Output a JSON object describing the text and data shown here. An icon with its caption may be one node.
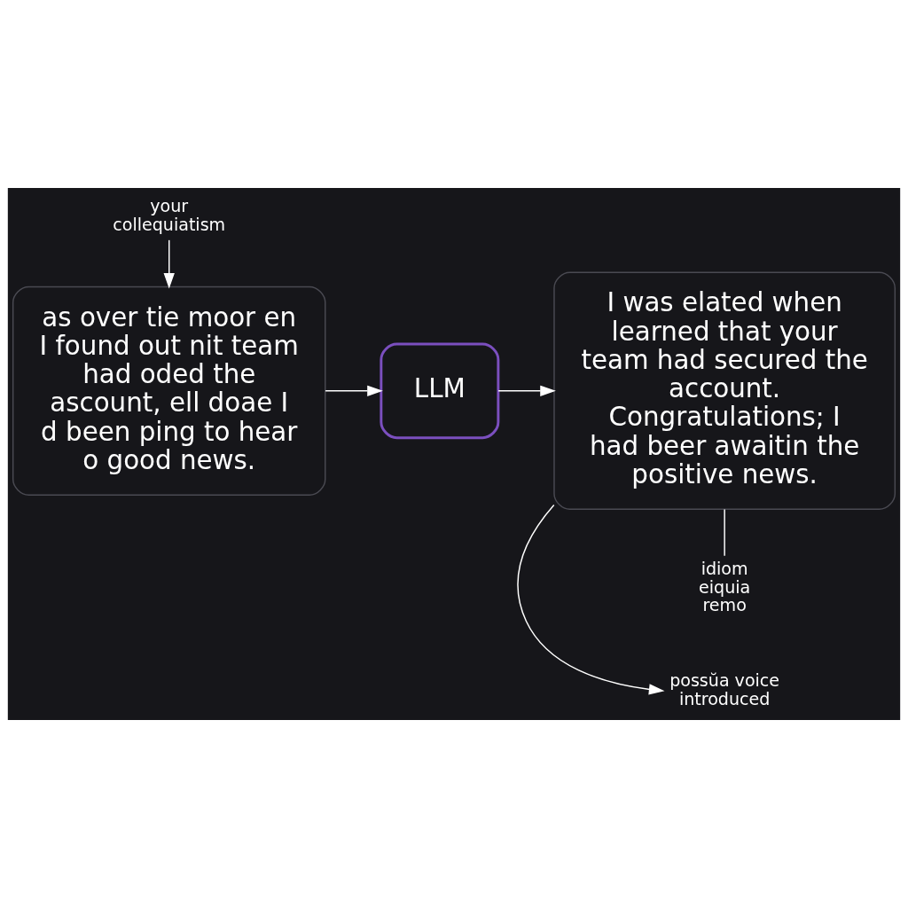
{
  "diagram": {
    "nodes": [
      {
        "text": [
          "as over tie moor en I found out nit team had oded the ascount, ell doae I d been ping to hear o good news."
        ]
      },
      {
        "text": [
          "your collequiatism"
        ]
      },
      {
        "text": [
          "LLM"
        ]
      },
      {
        "text": [
          "I was elated when learned that your team had secured the account. Congratulations; I had beer awaitin the positive news."
        ]
      },
      {
        "text": [
          "possŭa voice introduced"
        ]
      },
      {
        "text": [
          "idiom eiquia remo"
        ]
      }
    ],
    "edges": [
      {
        "from": 1,
        "to": 0,
        "arrow": "to"
      },
      {
        "from": 0,
        "to": 2,
        "arrow": "to"
      },
      {
        "from": 2,
        "to": 3,
        "arrow": "to"
      },
      {
        "from": 3,
        "to": 4,
        "arrow": "to"
      },
      {
        "from": 3,
        "to": 5,
        "arrow": "none"
      }
    ]
  }
}
